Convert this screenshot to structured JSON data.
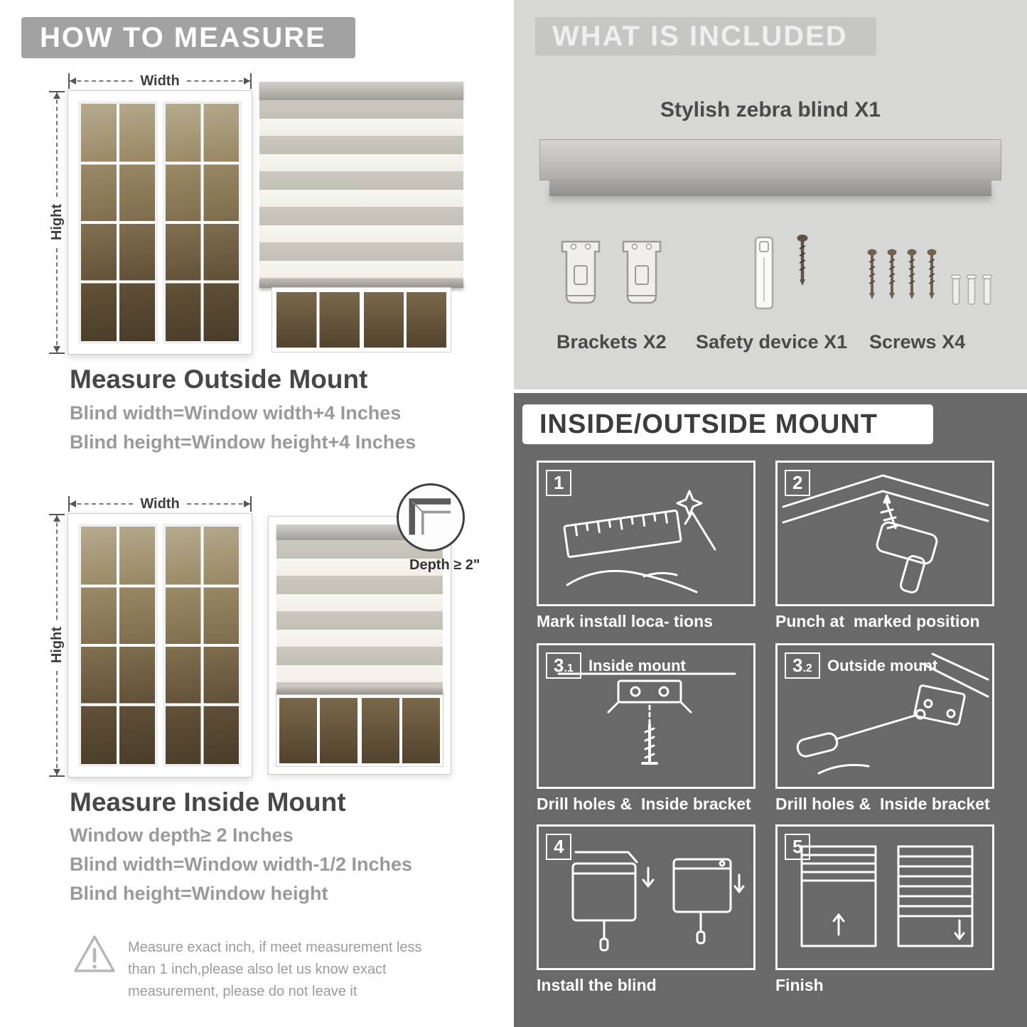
{
  "left": {
    "header": "HOW TO MEASURE",
    "outside": {
      "width_label": "Width",
      "height_label": "Hight",
      "title": "Measure Outside Mount",
      "line1": "Blind width=Window width+4 Inches",
      "line2": "Blind height=Window height+4 Inches"
    },
    "inside": {
      "width_label": "Width",
      "height_label": "Hight",
      "depth_label": "Depth ≥ 2\"",
      "title": "Measure Inside Mount",
      "line1": "Window depth≥ 2 Inches",
      "line2": "Blind width=Window width-1/2 Inches",
      "line3": "Blind height=Window height"
    },
    "note": "Measure exact inch, if meet measurement less than 1 inch,please also let us know exact measurement, please do not leave it"
  },
  "included": {
    "header": "WHAT IS INCLUDED",
    "product": "Stylish zebra blind X1",
    "items": [
      {
        "label": "Brackets X2"
      },
      {
        "label": "Safety device X1"
      },
      {
        "label": "Screws X4"
      }
    ]
  },
  "mount": {
    "header": "INSIDE/OUTSIDE MOUNT",
    "steps": [
      {
        "num": "1",
        "sub": "",
        "label": "",
        "caption": "Mark install loca- tions"
      },
      {
        "num": "2",
        "sub": "",
        "label": "",
        "caption": "Punch at  marked position"
      },
      {
        "num": "3",
        "sub": ".1",
        "label": "Inside mount",
        "caption": "Drill holes &  Inside bracket"
      },
      {
        "num": "3",
        "sub": ".2",
        "label": "Outside mount",
        "caption": "Drill holes &  Inside bracket"
      },
      {
        "num": "4",
        "sub": "",
        "label": "",
        "caption": "Install the blind"
      },
      {
        "num": "5",
        "sub": "",
        "label": "",
        "caption": "Finish"
      }
    ]
  },
  "colors": {
    "light_gray_bg": "#d7d7d6",
    "dark_gray_bg": "#696969",
    "banner_gray": "#a2a2a2",
    "text_dark": "#474747",
    "text_muted": "#9a9a9a"
  }
}
